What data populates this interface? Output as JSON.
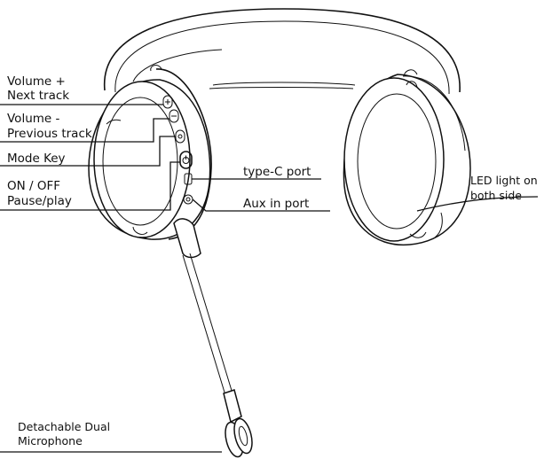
{
  "labels": {
    "volume_plus_line1": "Volume +",
    "volume_plus_line2": "Next track",
    "volume_minus_line1": "Volume -",
    "volume_minus_line2": "Previous track",
    "mode_key": "Mode Key",
    "on_off_line1": "ON / OFF",
    "on_off_line2": "Pause/play",
    "type_c_port": "type-C  port",
    "aux_in_port": "Aux in port",
    "led_line1": "LED light on",
    "led_line2": "both side",
    "mic_line1": "Detachable Dual",
    "mic_line2": "Microphone"
  }
}
